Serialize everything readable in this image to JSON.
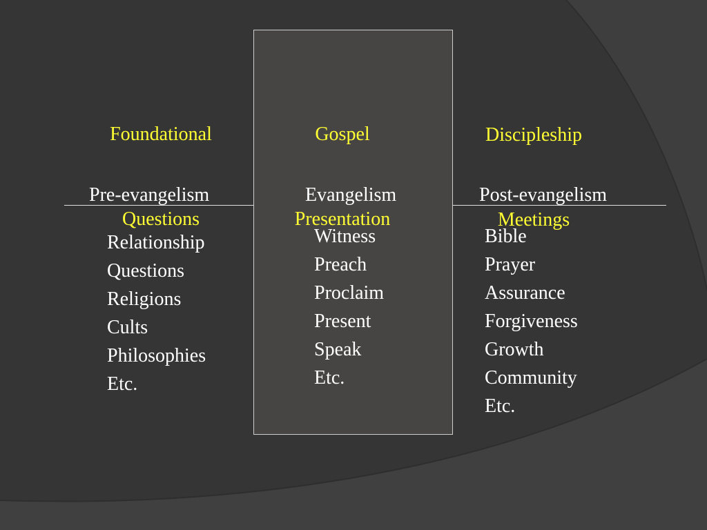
{
  "colors": {
    "background": "#353535",
    "background_band": "#3e3e3e",
    "center_box_fill": "#464544",
    "heading_text": "#ffff33",
    "body_text": "#ffffff"
  },
  "columns": {
    "pre": {
      "heading": [
        "Foundational",
        "Questions"
      ],
      "phase": "Pre-evangelism",
      "items": [
        "Relationship",
        "Questions",
        "Religions",
        "Cults",
        "Philosophies",
        "Etc."
      ]
    },
    "evangelism": {
      "heading": [
        "Gospel",
        "Presentation"
      ],
      "phase": "Evangelism",
      "items": [
        "Witness",
        "Preach",
        "Proclaim",
        "Present",
        "Speak",
        "Etc."
      ]
    },
    "post": {
      "heading": [
        "Discipleship",
        "Meetings"
      ],
      "phase": "Post-evangelism",
      "items": [
        "Bible",
        "Prayer",
        "Assurance",
        "Forgiveness",
        "Growth",
        "Community",
        "Etc."
      ]
    }
  }
}
